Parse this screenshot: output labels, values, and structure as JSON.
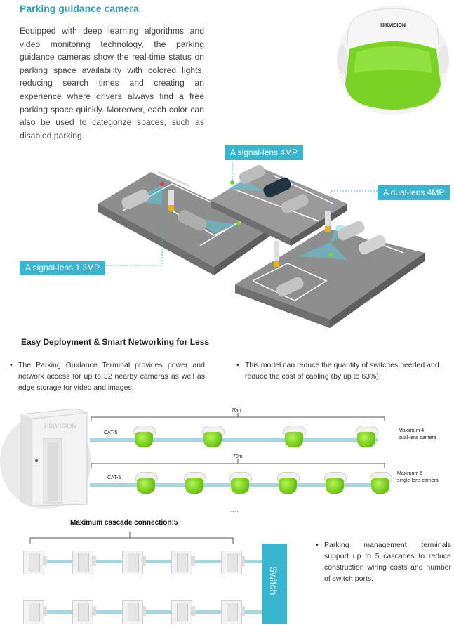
{
  "top": {
    "title": "Parking guidance camera",
    "intro": "Equipped with deep learning algorithms and video monitoring technology, the parking guidance cameras show the real-time status on parking space availability with colored lights, reducing search times and creating an experience where drivers always find a free parking space quickly. Moreover, each color can also be used to categorize spaces, such as disabled parking.",
    "camera_brand": "HIKVISION"
  },
  "scene": {
    "label_signal_4mp": "A signal-lens 4MP",
    "label_dual_4mp": "A dual-lens 4MP",
    "label_signal_13mp": "A signal-lens 1.3MP"
  },
  "deploy": {
    "heading": "Easy Deployment & Smart Networking for Less",
    "bullet_left": "The Parking Guidance Terminal provides power and network access for up to 32 nearby cameras as well as edge storage for video and images.",
    "bullet_right": "This model can reduce the quantity of switches needed and reduce the cost of cabling (by up to 63%).",
    "terminal_brand": "HIKVISION",
    "row1_distance": "70m",
    "row1_cable": "CAT-5",
    "row1_note_1": "Maximum 4",
    "row1_note_2": "dual-lens camera",
    "row2_distance": "70m",
    "row2_cable": "CAT-5",
    "row2_note_1": "Maximum 6",
    "row2_note_2": "single-lens camera",
    "ellipsis": "......"
  },
  "cascade": {
    "heading": "Maximum cascade connection:5",
    "switch_label": "Switch",
    "bullet": "Parking management terminals support up to 5 cascades to reduce construction wiring costs and number of switch ports."
  },
  "colors": {
    "accent": "#2fa0b4",
    "label_bg": "#38b5cf",
    "led_green": "#7ad324",
    "cable": "#a7d6e3"
  }
}
